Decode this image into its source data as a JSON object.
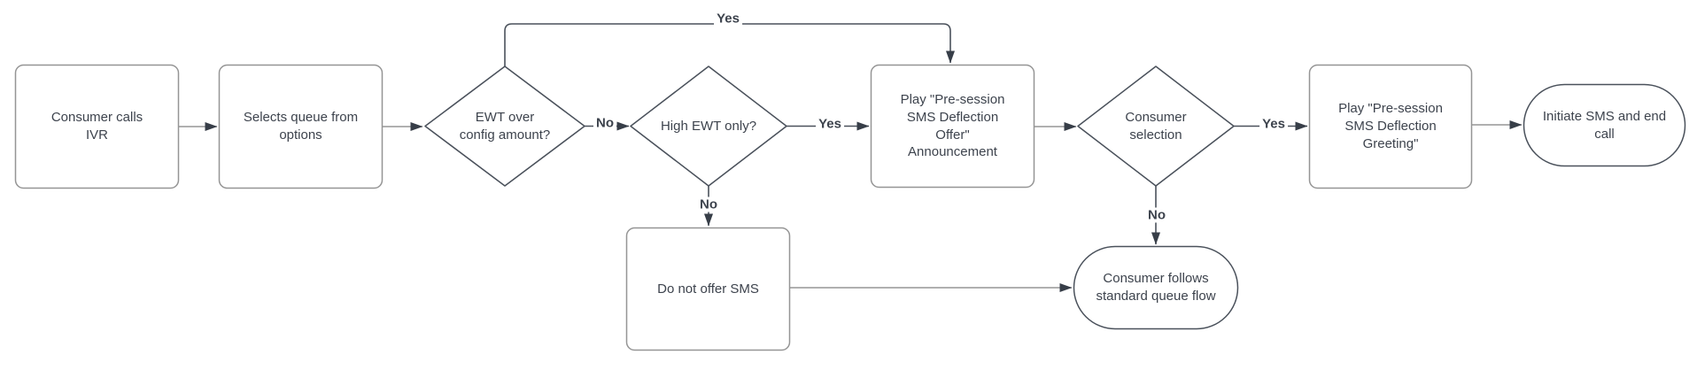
{
  "colors": {
    "background": "#ffffff",
    "rect_border": "#959595",
    "shape_border": "#4a515b",
    "line_gray": "#959595",
    "line_dark": "#4a515b",
    "arrow": "#373e48",
    "text": "#3d434d"
  },
  "nodes": {
    "consumer_calls_ivr": {
      "type": "process",
      "label": "Consumer calls IVR"
    },
    "selects_queue": {
      "type": "process",
      "label": "Selects queue from options"
    },
    "ewt_over_config": {
      "type": "decision",
      "label": "EWT over config amount?"
    },
    "high_ewt_only": {
      "type": "decision",
      "label": "High EWT only?"
    },
    "play_offer_announcement": {
      "type": "process",
      "label": "Play \"Pre-session SMS Deflection Offer\" Announcement"
    },
    "consumer_selection": {
      "type": "decision",
      "label": "Consumer selection"
    },
    "play_greeting": {
      "type": "process",
      "label": "Play \"Pre-session SMS Deflection Greeting\""
    },
    "initiate_sms": {
      "type": "terminator",
      "label": "Initiate SMS and end call"
    },
    "do_not_offer_sms": {
      "type": "process",
      "label": "Do not offer SMS"
    },
    "standard_queue_flow": {
      "type": "terminator",
      "label": "Consumer follows standard queue flow"
    }
  },
  "edge_labels": {
    "ewt_yes": "Yes",
    "ewt_no": "No",
    "high_ewt_yes": "Yes",
    "high_ewt_no": "No",
    "selection_yes": "Yes",
    "selection_no": "No"
  }
}
